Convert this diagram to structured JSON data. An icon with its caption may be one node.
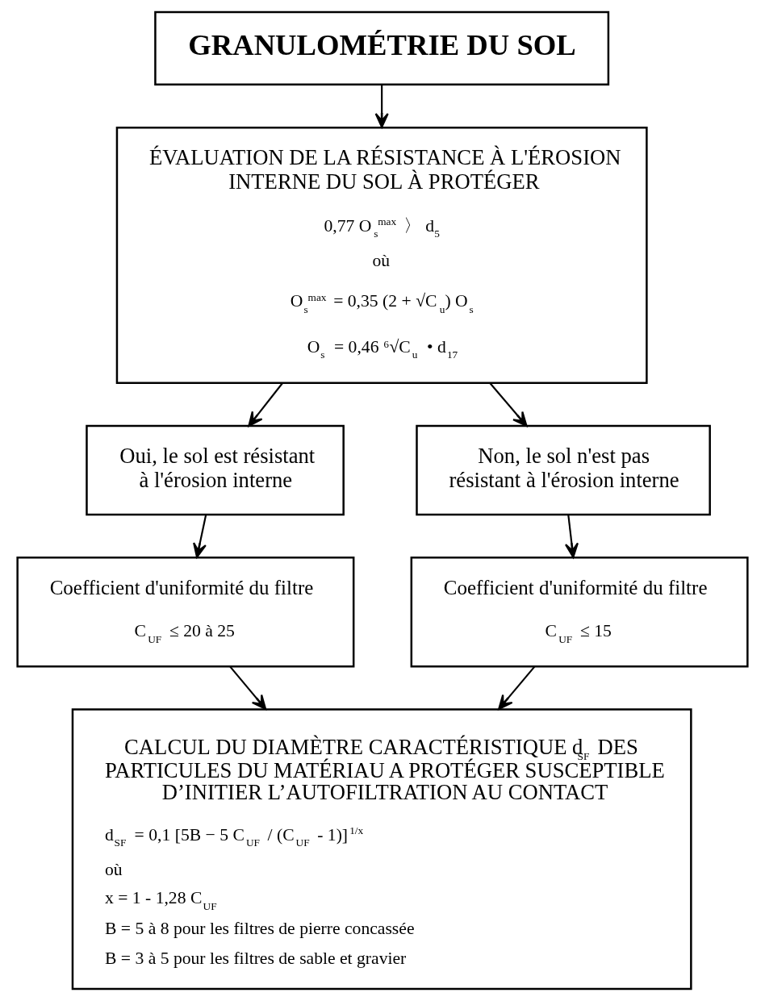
{
  "diagram": {
    "nodes": [
      {
        "text": [
          "GRANULOMÉTRIE DU SOL"
        ]
      },
      {
        "text": [
          "ÉVALUATION DE LA RÉSISTANCE À L'ÉROSION INTERNE DU SOL À PROTÉGER",
          "0,77 O$_{s}$$^{max}$ 〉 d$_{5}$",
          "où",
          "O$_{s}$$^{max}$ = 0,35 (2 + √C$_{u}$) O$_{s}$",
          "O$_{s}$ = 0,46 ⁶√C$_{u}$ • d$_{17}$"
        ]
      },
      {
        "text": [
          "Oui, le sol est résistant à l'érosion interne"
        ]
      },
      {
        "text": [
          "Non, le sol n'est pas résistant à l'érosion interne"
        ]
      },
      {
        "text": [
          "Coefficient d'uniformité du filtre",
          "C$_{UF}$ ≤ 20 à 25"
        ]
      },
      {
        "text": [
          "Coefficient d'uniformité du filtre",
          "C$_{UF}$ ≤ 15"
        ]
      },
      {
        "text": [
          "CALCUL DU DIAMÈTRE CARACTÉRISTIQUE d$_{SF}$ DES PARTICULES DU MATÉRIAU A PROTÉGER SUSCEPTIBLE D’INITIER L’AUTOFILTRATION AU CONTACT",
          "d$_{SF}$ = 0,1 [5B − 5 C$_{UF}$ / (C$_{UF}$ - 1)]$^{1/x}$",
          "où",
          "x = 1 - 1,28 C$_{UF}$",
          "B = 5 à 8 pour les filtres de pierre concassée",
          "B = 3 à 5 pour les filtres de sable et gravier"
        ]
      }
    ],
    "edges": [
      {
        "from": 0,
        "to": 1,
        "arrow": "to"
      },
      {
        "from": 1,
        "to": 2,
        "arrow": "to"
      },
      {
        "from": 1,
        "to": 3,
        "arrow": "to"
      },
      {
        "from": 2,
        "to": 4,
        "arrow": "to"
      },
      {
        "from": 3,
        "to": 5,
        "arrow": "to"
      },
      {
        "from": 4,
        "to": 6,
        "arrow": "to"
      },
      {
        "from": 5,
        "to": 6,
        "arrow": "to"
      }
    ]
  }
}
